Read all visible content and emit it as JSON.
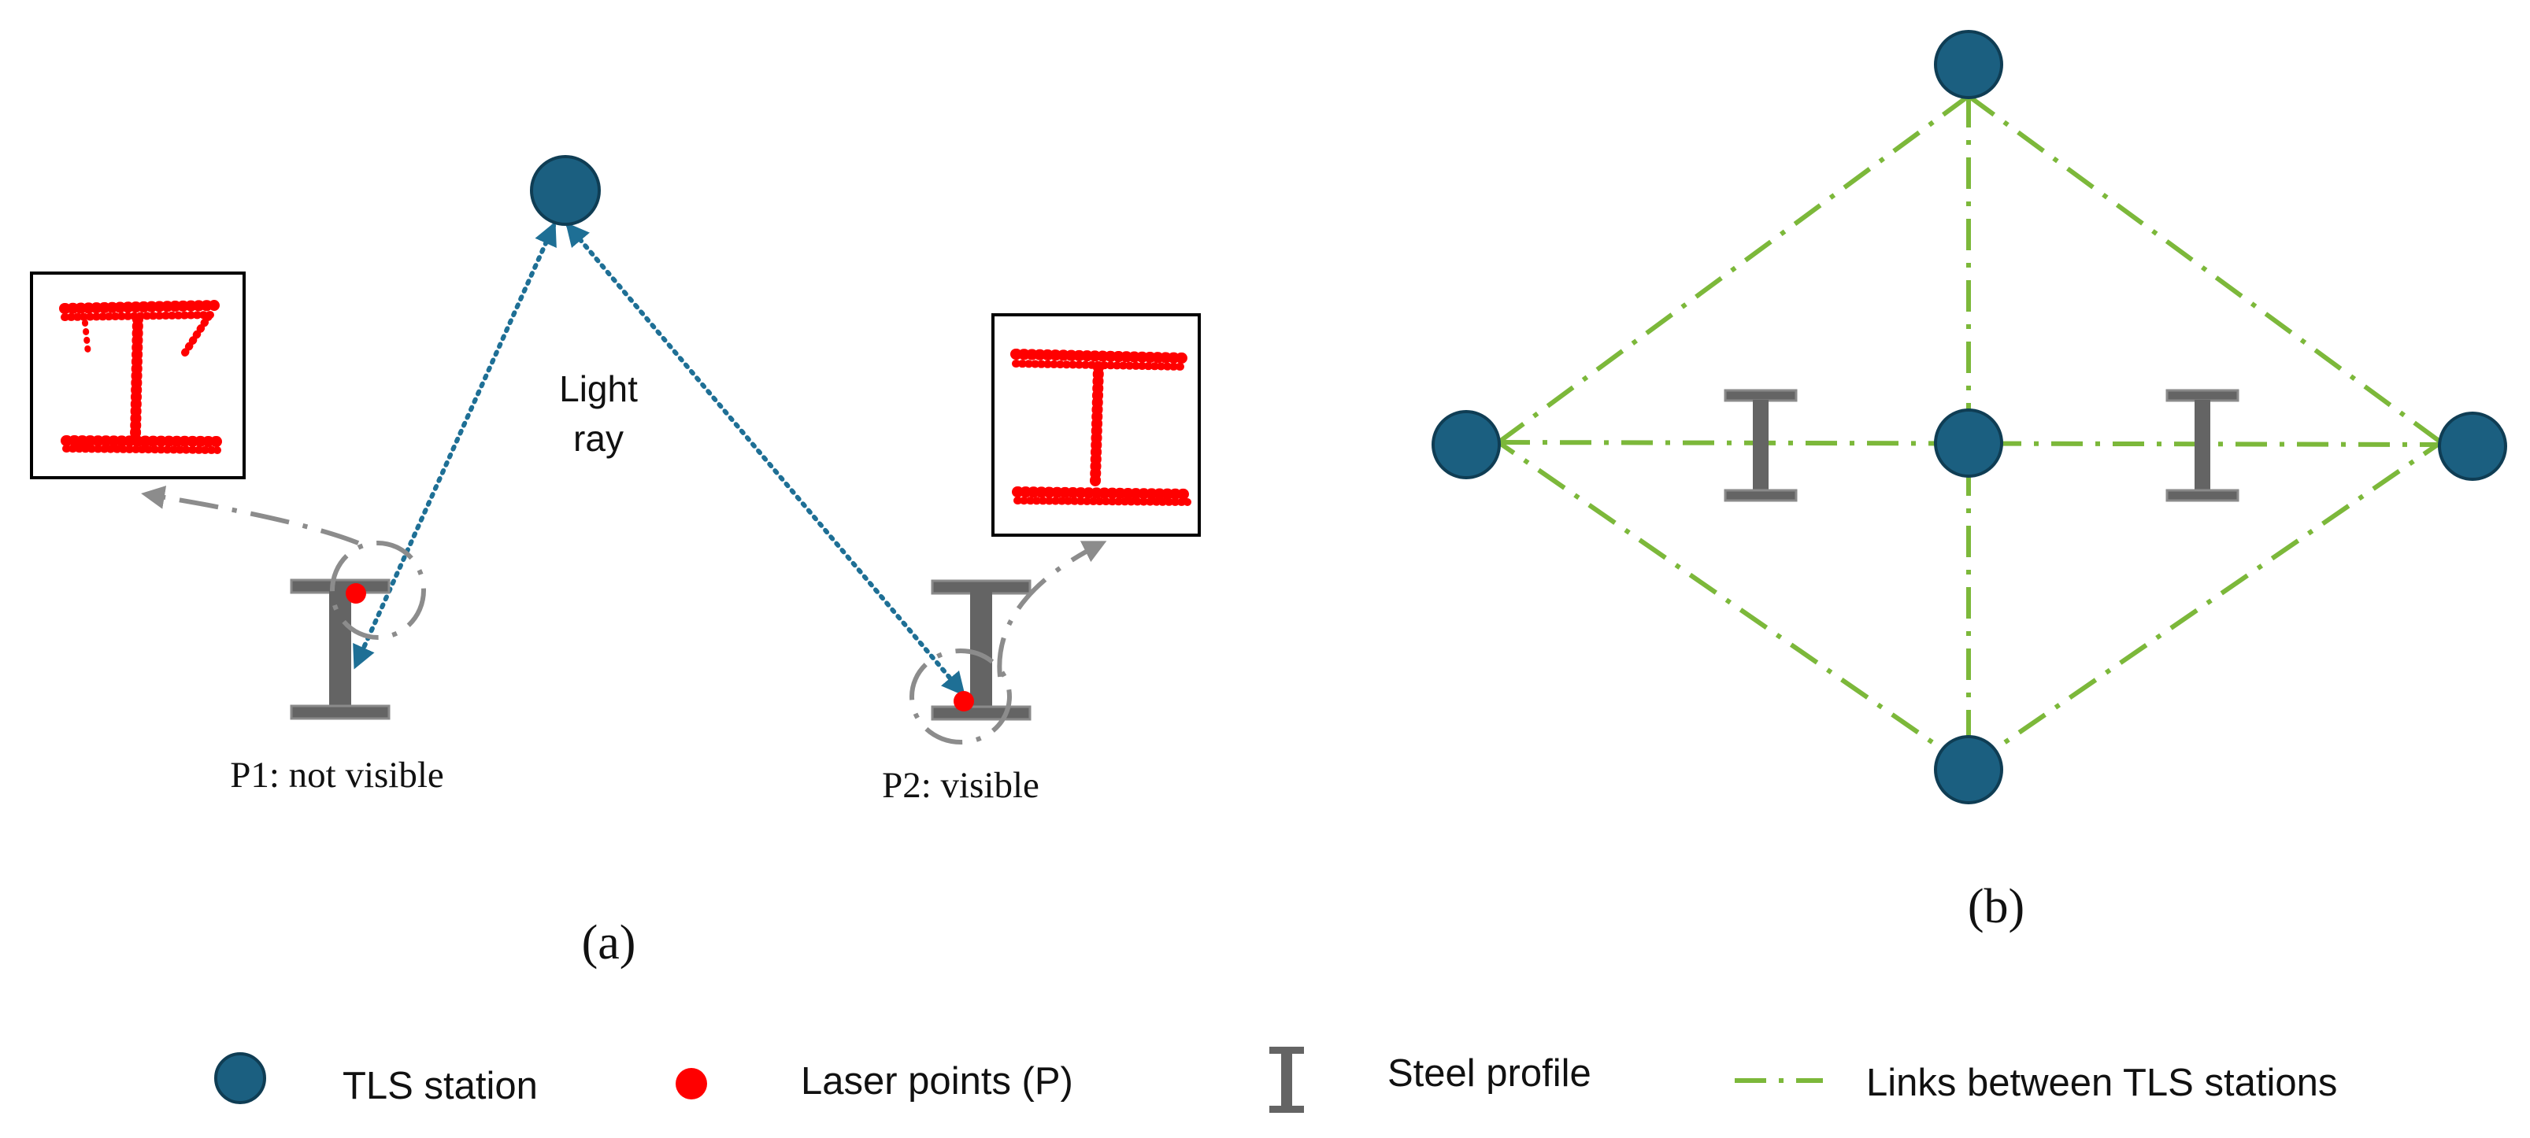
{
  "colors": {
    "station": "#1b5f80",
    "station_stroke": "#0f3d54",
    "laser_point": "#ff0000",
    "steel_profile": "#646464",
    "steel_profile_edge": "#8a8a8a",
    "ray": "#1e6f95",
    "link": "#7cb83a",
    "pointer": "#8c8c8c"
  },
  "panel_a": {
    "caption": "(a)",
    "ray_label_line1": "Light",
    "ray_label_line2": "ray",
    "p1_label": "P1: not visible",
    "p2_label": "P2: visible"
  },
  "panel_b": {
    "caption": "(b)"
  },
  "legend": {
    "station_label": "TLS station",
    "laser_label": "Laser points (P)",
    "profile_label": "Steel profile",
    "links_label": "Links between TLS stations"
  }
}
